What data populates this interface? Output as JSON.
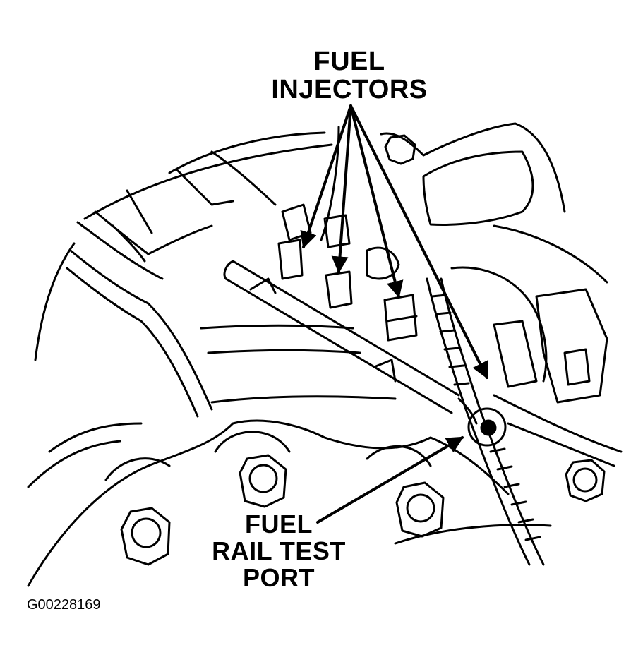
{
  "labels": {
    "injectors_line1": "FUEL",
    "injectors_line2": "INJECTORS",
    "testport_line1": "FUEL",
    "testport_line2": "RAIL TEST",
    "testport_line3": "PORT"
  },
  "figure_id": "G00228169",
  "colors": {
    "ink": "#000000",
    "paper": "#ffffff"
  }
}
